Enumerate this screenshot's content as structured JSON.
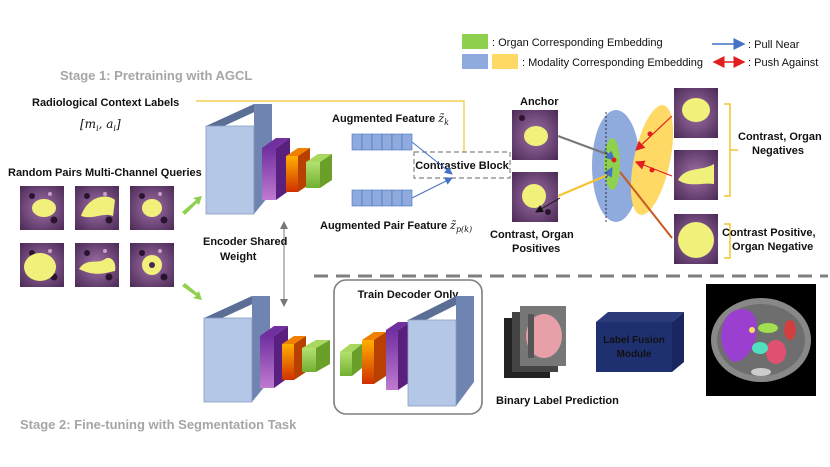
{
  "legend": {
    "organ_embedding": ": Organ Corresponding Embedding",
    "modality_embedding": ": Modality Corresponding Embedding",
    "pull_near": ": Pull Near",
    "push_against": ": Push Against",
    "colors": {
      "organ": "#8fd14f",
      "modality_blue": "#8faadc",
      "modality_yellow": "#ffd966",
      "pull": "#4472c4",
      "push": "#e02020"
    }
  },
  "stage1": {
    "title": "Stage 1: Pretraining with AGCL"
  },
  "stage2": {
    "title": "Stage 2: Fine-tuning with Segmentation Task"
  },
  "labels": {
    "radiological_context": "Radiological Context Labels",
    "context_math": "[m_i, a_i]",
    "random_pairs": "Random Pairs Multi-Channel Queries",
    "encoder_shared_line1": "Encoder Shared",
    "encoder_shared_line2": "Weight",
    "augmented_feature": "Augmented Feature",
    "augmented_feature_math": "z̃_k",
    "augmented_pair_feature": "Augmented Pair Feature",
    "augmented_pair_math": "z̃_p(k)",
    "contrastive_block": "Contrastive Block",
    "anchor": "Anchor",
    "contrast_organ_positives_1": "Contrast, Organ",
    "contrast_organ_positives_2": "Positives",
    "contrast_organ_negatives_1": "Contrast, Organ",
    "contrast_organ_negatives_2": "Negatives",
    "contrast_positive_1": "Contrast Positive,",
    "contrast_positive_2": "Organ Negative",
    "train_decoder_only": "Train Decoder Only",
    "label_fusion_1": "Label Fusion",
    "label_fusion_2": "Module",
    "binary_label_prediction": "Binary Label Prediction"
  }
}
